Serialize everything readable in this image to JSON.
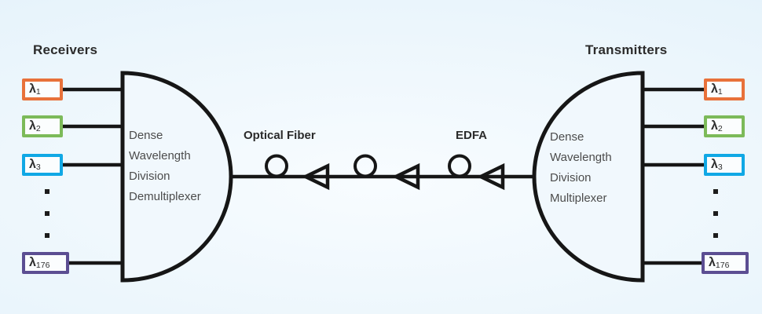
{
  "receivers": {
    "title": "Receivers",
    "device_label": "Dense\nWavelength\nDivision\nDemultiplexer",
    "channels": [
      {
        "symbol": "λ",
        "sub": "1",
        "color": "#e8713a"
      },
      {
        "symbol": "λ",
        "sub": "2",
        "color": "#7cba59"
      },
      {
        "symbol": "λ",
        "sub": "3",
        "color": "#10a8e5"
      },
      {
        "symbol": "λ",
        "sub": "176",
        "color": "#5c4e92"
      }
    ]
  },
  "transmitters": {
    "title": "Transmitters",
    "device_label": "Dense\nWavelength\nDivision\nMultiplexer",
    "channels": [
      {
        "symbol": "λ",
        "sub": "1",
        "color": "#e8713a"
      },
      {
        "symbol": "λ",
        "sub": "2",
        "color": "#7cba59"
      },
      {
        "symbol": "λ",
        "sub": "3",
        "color": "#10a8e5"
      },
      {
        "symbol": "λ",
        "sub": "176",
        "color": "#5c4e92"
      }
    ]
  },
  "link": {
    "fiber_label": "Optical Fiber",
    "edfa_label": "EDFA"
  },
  "colors": {
    "stroke": "#161616",
    "background_edge": "#ddeef9",
    "background_center": "#f8fcff"
  }
}
